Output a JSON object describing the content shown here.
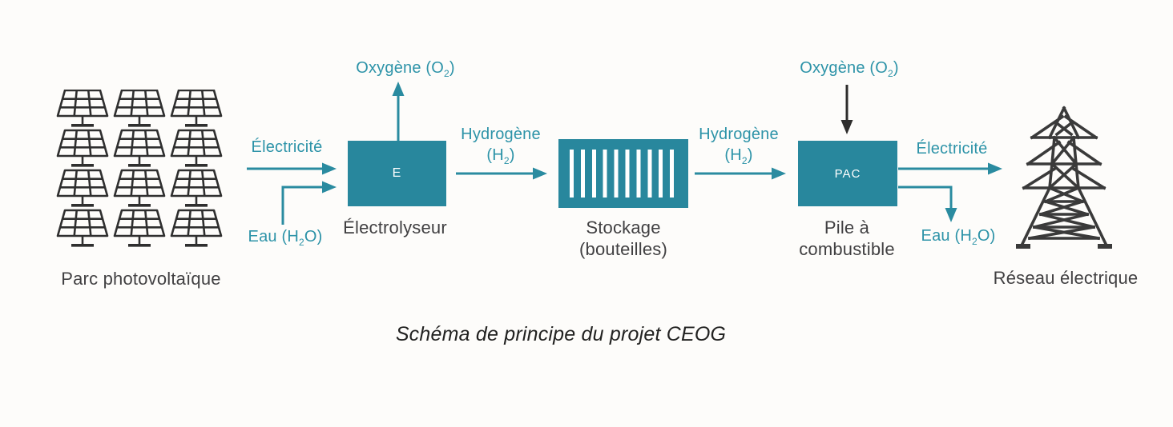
{
  "caption": "Schéma de principe du projet CEOG",
  "colors": {
    "teal_box": "#28879D",
    "teal_text": "#2D93A8",
    "teal_arrow": "#2A8BA0",
    "dark_text": "#414042",
    "black_arrow": "#2E2D2C",
    "icon_dark": "#2F2F2F"
  },
  "nodes": {
    "solar_park": {
      "label": "Parc photovoltaïque",
      "icon": "solar-panel-icon",
      "panel_count": 12
    },
    "electrolyzer": {
      "box_text": "E",
      "label": "Électrolyseur"
    },
    "storage": {
      "label_line1": "Stockage",
      "label_line2": "(bouteilles)",
      "icon": "gas-bottles-icon"
    },
    "fuel_cell": {
      "box_text": "PAC",
      "label_line1": "Pile à",
      "label_line2": "combustible"
    },
    "grid": {
      "label": "Réseau électrique",
      "icon": "transmission-tower-icon"
    }
  },
  "flows": {
    "electricity_in": {
      "label": "Électricité"
    },
    "water_in": {
      "pre": "Eau (H",
      "sub": "2",
      "post": "O)"
    },
    "oxygen_out": {
      "pre": "Oxygène (O",
      "sub": "2",
      "post": ")"
    },
    "hydrogen_1": {
      "line1": "Hydrogène",
      "pre": "(H",
      "sub": "2",
      "post": ")"
    },
    "hydrogen_2": {
      "line1": "Hydrogène",
      "pre": "(H",
      "sub": "2",
      "post": ")"
    },
    "oxygen_in": {
      "pre": "Oxygène (O",
      "sub": "2",
      "post": ")"
    },
    "electricity_out": {
      "label": "Électricité"
    },
    "water_out": {
      "pre": "Eau (H",
      "sub": "2",
      "post": "O)"
    }
  }
}
